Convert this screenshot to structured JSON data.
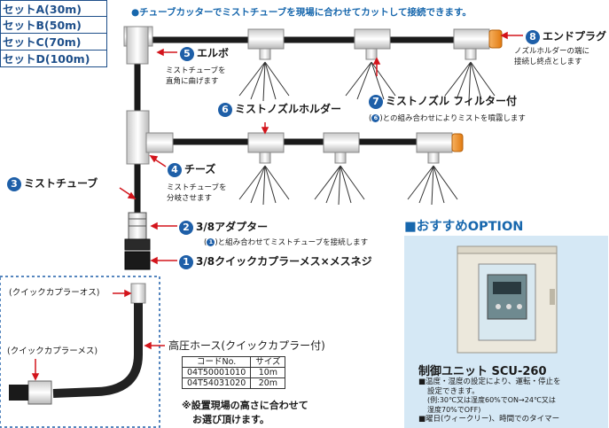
{
  "headline": "●チューブカッターでミストチューブを現場に合わせてカットして接続できます。",
  "sets": [
    "セットA(30m)",
    "セットB(50m)",
    "セットC(70m)",
    "セットD(100m)"
  ],
  "parts": {
    "elbow": {
      "num": "5",
      "name": "エルボ",
      "desc": [
        "ミストチューブを",
        "直角に曲げます"
      ]
    },
    "end_plug": {
      "num": "8",
      "name": "エンドプラグ",
      "desc": [
        "ノズルホルダーの端に",
        "接続し終点とします"
      ]
    },
    "nozzle_holder": {
      "num": "6",
      "name": "ミストノズルホルダー"
    },
    "nozzle_filter": {
      "num": "7",
      "name": "ミストノズル フィルター付",
      "desc_pre": "(",
      "desc_ref": "6",
      "desc_post": ")との組み合わせによりミストを噴霧します"
    },
    "tees": {
      "num": "4",
      "name": "チーズ",
      "desc": [
        "ミストチューブを",
        "分岐させます"
      ]
    },
    "mist_tube": {
      "num": "3",
      "name": "ミストチューブ"
    },
    "adapter": {
      "num": "2",
      "name": "3/8アダプター",
      "desc_pre": "(",
      "desc_ref": "1",
      "desc_post": ")と組み合わせてミストチューブを接続します"
    },
    "coupler_female": {
      "num": "1",
      "name": "3/8クイックカプラーメス×メスネジ"
    }
  },
  "callouts": {
    "coupler_male": "(クイックカプラーオス)",
    "coupler_female": "(クイックカプラーメス)"
  },
  "hose": {
    "title": "高圧ホース(クイックカプラー付)",
    "table_headers": [
      "コードNo.",
      "サイズ"
    ],
    "table_rows": [
      [
        "04T50001010",
        "10m"
      ],
      [
        "04T54031020",
        "20m"
      ]
    ],
    "note_line1": "※設置現場の高さに合わせて",
    "note_line2": "お選び頂けます。"
  },
  "option": {
    "title": "■おすすめOPTION",
    "unit_title": "制御ユニット SCU-260",
    "unit_desc": [
      "■温度・湿度の設定により、運転・停止を",
      "設定できます。",
      "(例:30℃又は湿度60%でON→24℃又は",
      "湿度70%でOFF)",
      "■曜日(ウィークリー)、時間でのタイマー"
    ]
  },
  "colors": {
    "accent": "#1767ad",
    "badge": "#1e5fa8",
    "orange_cap": "#f08a1c",
    "option_bg": "#d5e8f5",
    "arrow": "#d3151c"
  }
}
